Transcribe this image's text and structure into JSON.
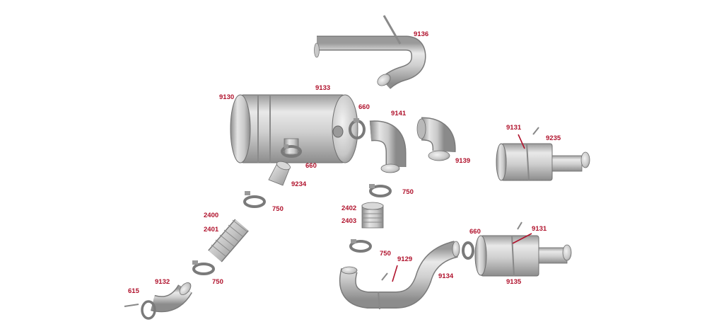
{
  "callouts": {
    "p9136": "9136",
    "p9130": "9130",
    "p9133": "9133",
    "p660a": "660",
    "p9141": "9141",
    "p9139": "9139",
    "p9131a": "9131",
    "p9235": "9235",
    "p660b": "660",
    "p9234": "9234",
    "p750a": "750",
    "p750b": "750",
    "p2402": "2402",
    "p2403": "2403",
    "p2400": "2400",
    "p2401": "2401",
    "p750c": "750",
    "p750d": "750",
    "p660c": "660",
    "p9131b": "9131",
    "p9129": "9129",
    "p9134": "9134",
    "p9135": "9135",
    "p9132": "9132",
    "p615": "615"
  },
  "colors": {
    "callout": "#b0122c",
    "metal_light": "#e6e6e6",
    "metal_mid": "#bdbdbd",
    "metal_dark": "#8a8a8a",
    "outline": "#6f6f6f"
  }
}
